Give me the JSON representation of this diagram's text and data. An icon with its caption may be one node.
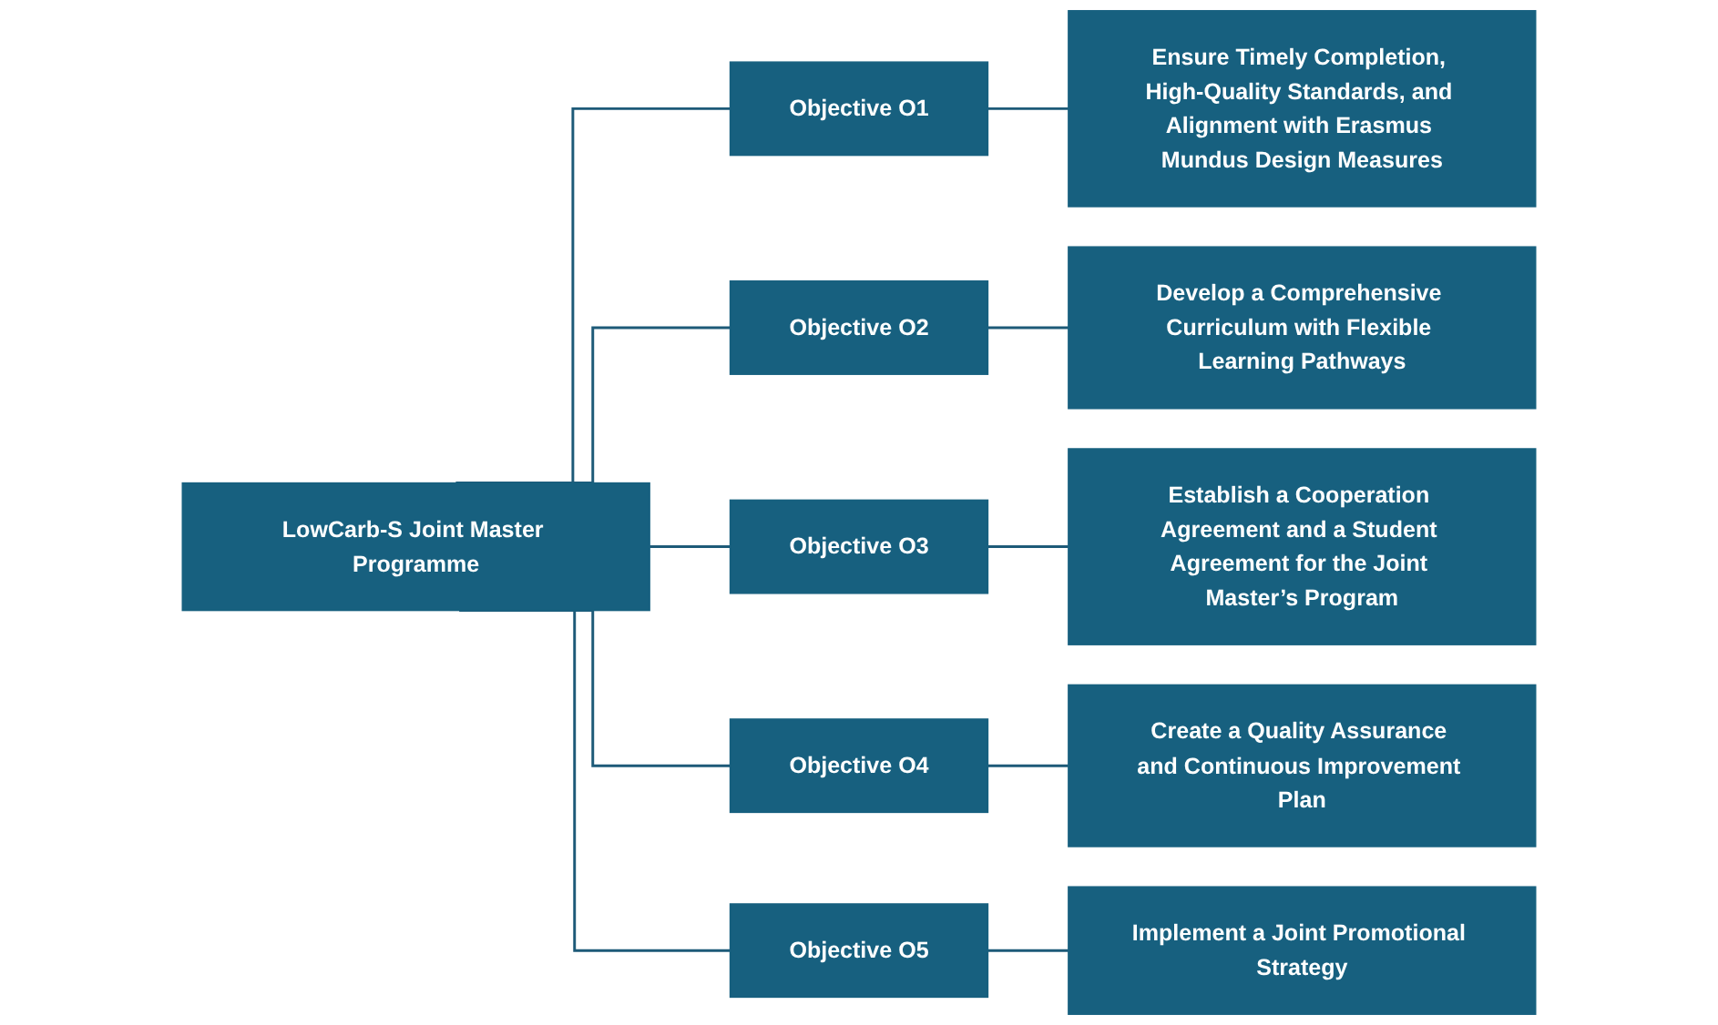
{
  "diagram": {
    "nodes": [
      {
        "text": [
          "LowCarb-S Joint Master Programme"
        ]
      },
      {
        "text": [
          "Objective O1"
        ]
      },
      {
        "text": [
          "Objective O2"
        ]
      },
      {
        "text": [
          "Objective O3"
        ]
      },
      {
        "text": [
          "Objective O4"
        ]
      },
      {
        "text": [
          "Objective O5"
        ]
      },
      {
        "text": [
          "Ensure Timely Completion, High-Quality Standards, and Alignment with Erasmus Mundus Design Measures"
        ]
      },
      {
        "text": [
          "Develop a Comprehensive Curriculum with Flexible Learning Pathways"
        ]
      },
      {
        "text": [
          "Establish a Cooperation Agreement and a Student Agreement for the Joint Master’s Program"
        ]
      },
      {
        "text": [
          "Create a Quality Assurance and Continuous Improvement Plan"
        ]
      },
      {
        "text": [
          "Implement a Joint Promotional Strategy"
        ]
      }
    ],
    "edges": [
      {
        "from": 0,
        "to": 1,
        "arrow": "none"
      },
      {
        "from": 0,
        "to": 2,
        "arrow": "none"
      },
      {
        "from": 0,
        "to": 3,
        "arrow": "none"
      },
      {
        "from": 0,
        "to": 4,
        "arrow": "none"
      },
      {
        "from": 0,
        "to": 5,
        "arrow": "none"
      },
      {
        "from": 1,
        "to": 6,
        "arrow": "none"
      },
      {
        "from": 2,
        "to": 7,
        "arrow": "none"
      },
      {
        "from": 3,
        "to": 8,
        "arrow": "none"
      },
      {
        "from": 4,
        "to": 9,
        "arrow": "none"
      },
      {
        "from": 5,
        "to": 10,
        "arrow": "none"
      }
    ]
  }
}
